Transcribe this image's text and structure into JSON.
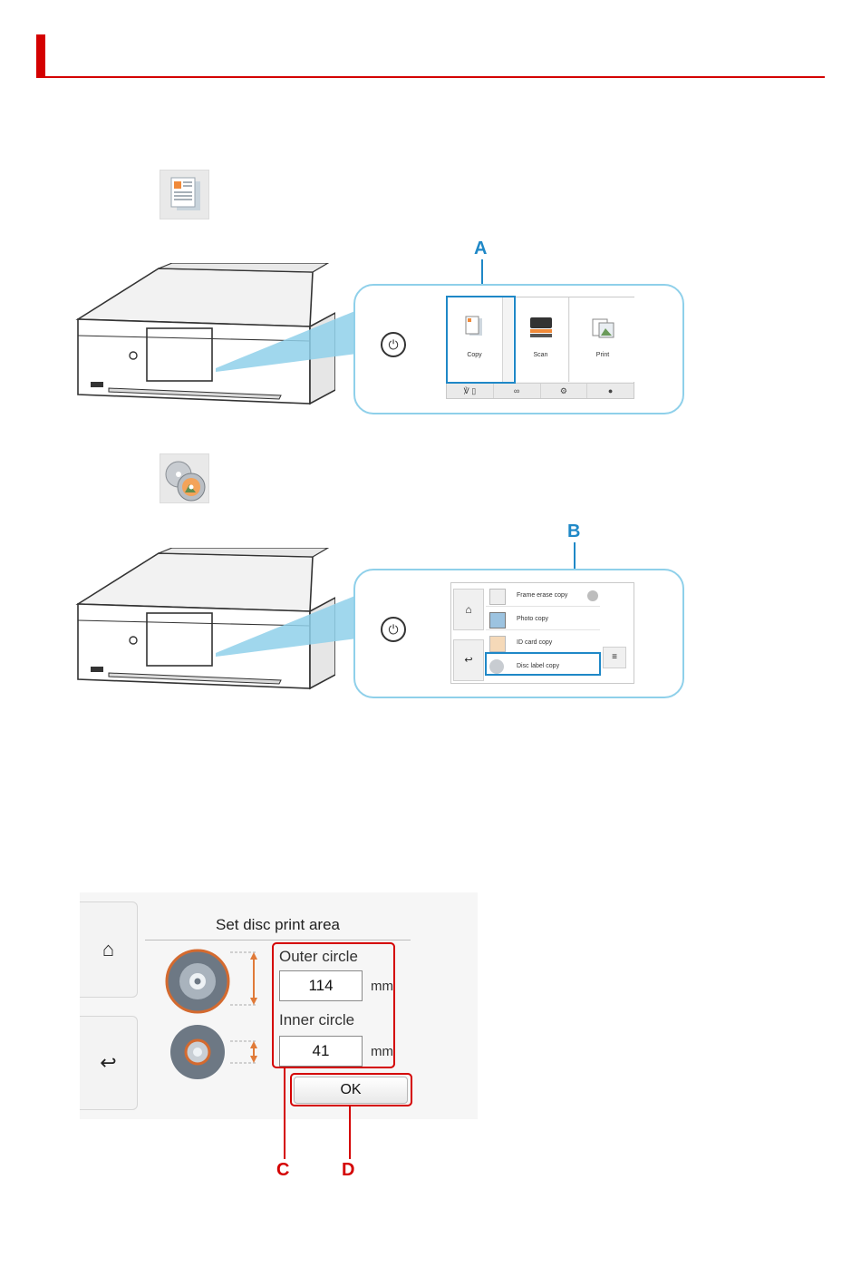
{
  "callouts": {
    "a": "A",
    "b": "B",
    "c": "C",
    "d": "D"
  },
  "panel1": {
    "tiles": [
      {
        "label": "Copy"
      },
      {
        "label": "Scan"
      },
      {
        "label": "Print"
      }
    ],
    "power_symbol": "⏻"
  },
  "panel2": {
    "items": [
      {
        "label": "Frame erase copy"
      },
      {
        "label": "Photo copy"
      },
      {
        "label": "ID card copy"
      },
      {
        "label": "Disc label copy"
      }
    ],
    "power_symbol": "⏻"
  },
  "disc_screen": {
    "title": "Set disc print area",
    "outer_label": "Outer circle",
    "outer_value": "114",
    "inner_label": "Inner circle",
    "inner_value": "41",
    "unit": "mm",
    "ok_label": "OK",
    "home_icon": "⌂",
    "back_icon": "↩"
  },
  "colors": {
    "accent_red": "#d40000",
    "callout_blue": "#1f88c7",
    "bubble_border": "#8fd0ea"
  }
}
